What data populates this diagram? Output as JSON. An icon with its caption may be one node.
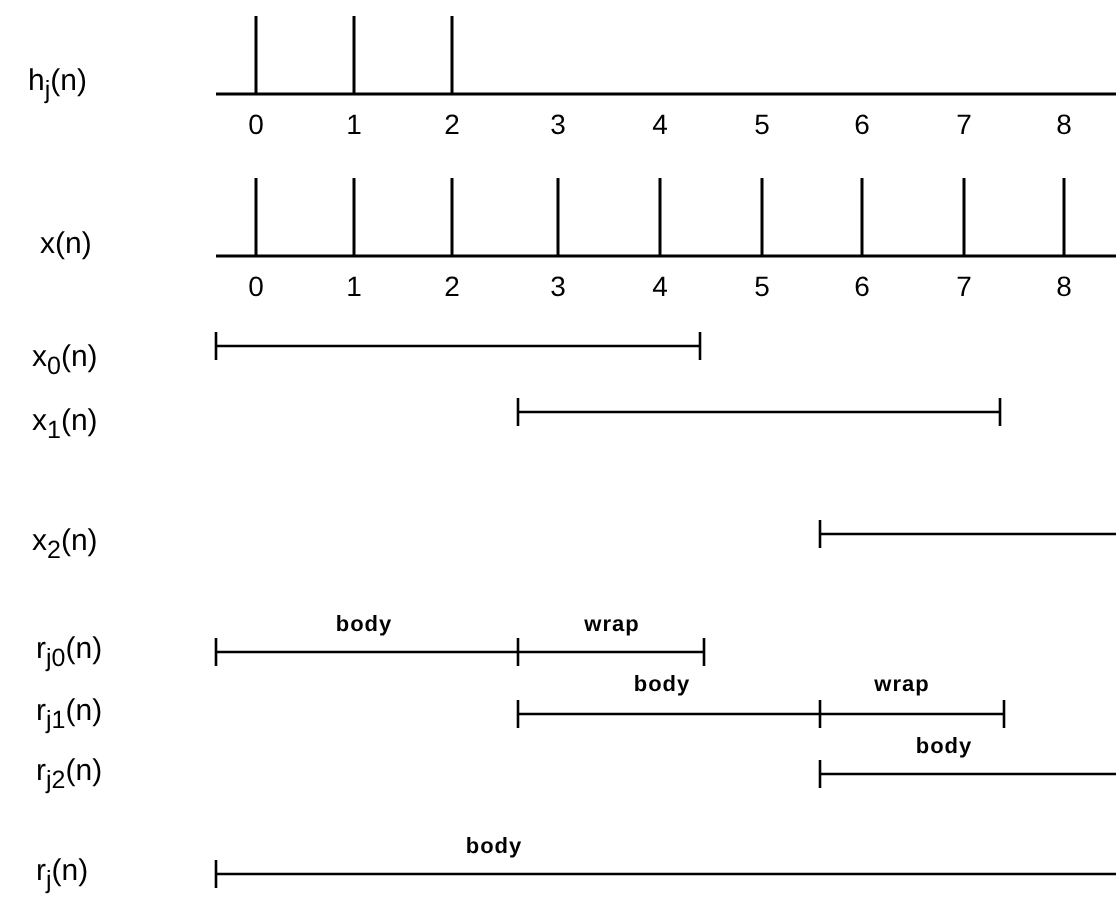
{
  "diagram": {
    "labels": [
      "h$_{j}$(n)",
      "0",
      "1",
      "2",
      "3",
      "4",
      "5",
      "6",
      "7",
      "8",
      "x(n)",
      "0",
      "1",
      "2",
      "3",
      "4",
      "5",
      "6",
      "7",
      "8",
      "x$_{0}$(n)",
      "x$_{1}$(n)",
      "x$_{2}$(n)",
      "body",
      "wrap",
      "r$_{j0}$(n)",
      "body",
      "wrap",
      "r$_{j1}$(n)",
      "body",
      "r$_{j2}$(n)",
      "body",
      "r$_{j}$(n)"
    ]
  }
}
